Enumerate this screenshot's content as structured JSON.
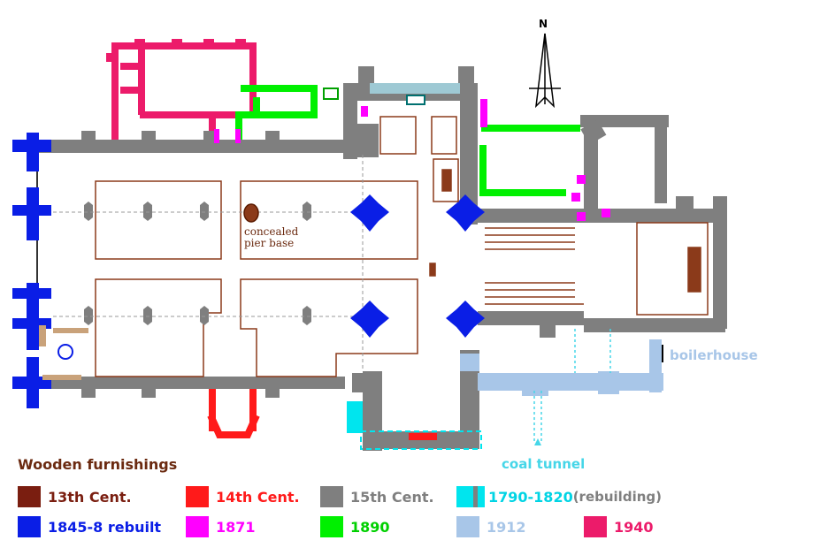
{
  "north_label": "N",
  "annotations": {
    "pier_base": "concealed\npier base",
    "boilerhouse": "boilerhouse",
    "coal_tunnel": "coal tunnel"
  },
  "legend": {
    "title": "Wooden furnishings",
    "items": [
      {
        "label": "13th Cent.",
        "color": "#7a1e10",
        "text_color": "#7a1e10"
      },
      {
        "label": "14th Cent.",
        "color": "#ff1a1a",
        "text_color": "#ff1a1a"
      },
      {
        "label": "15th Cent.",
        "color": "#7f7f7f",
        "text_color": "#7f7f7f"
      },
      {
        "label": "1790-1820",
        "suffix": "(rebuilding)",
        "color": "#00e5ee",
        "text_color": "#00d4e4"
      },
      {
        "label": "1845-8 rebuilt",
        "color": "#0a1ee6",
        "text_color": "#0a1ee6"
      },
      {
        "label": "1871",
        "color": "#ff00ff",
        "text_color": "#ff00ff"
      },
      {
        "label": "1890",
        "color": "#00f000",
        "text_color": "#00d000"
      },
      {
        "label": "1912",
        "color": "#a8c6e8",
        "text_color": "#a8c6e8"
      },
      {
        "label": "1940",
        "color": "#ec1b6a",
        "text_color": "#ec1b6a"
      }
    ]
  },
  "colors": {
    "wall_15th": "#7f7f7f",
    "furnishing": "#8b3a1a",
    "rebuilt_1845": "#0a1ee6",
    "c1871": "#ff00ff",
    "c1890": "#00f000",
    "c1912": "#a8c6e8",
    "c1940": "#ec1b6a",
    "c14th": "#ff1a1a",
    "c1790": "#00e5ee"
  }
}
